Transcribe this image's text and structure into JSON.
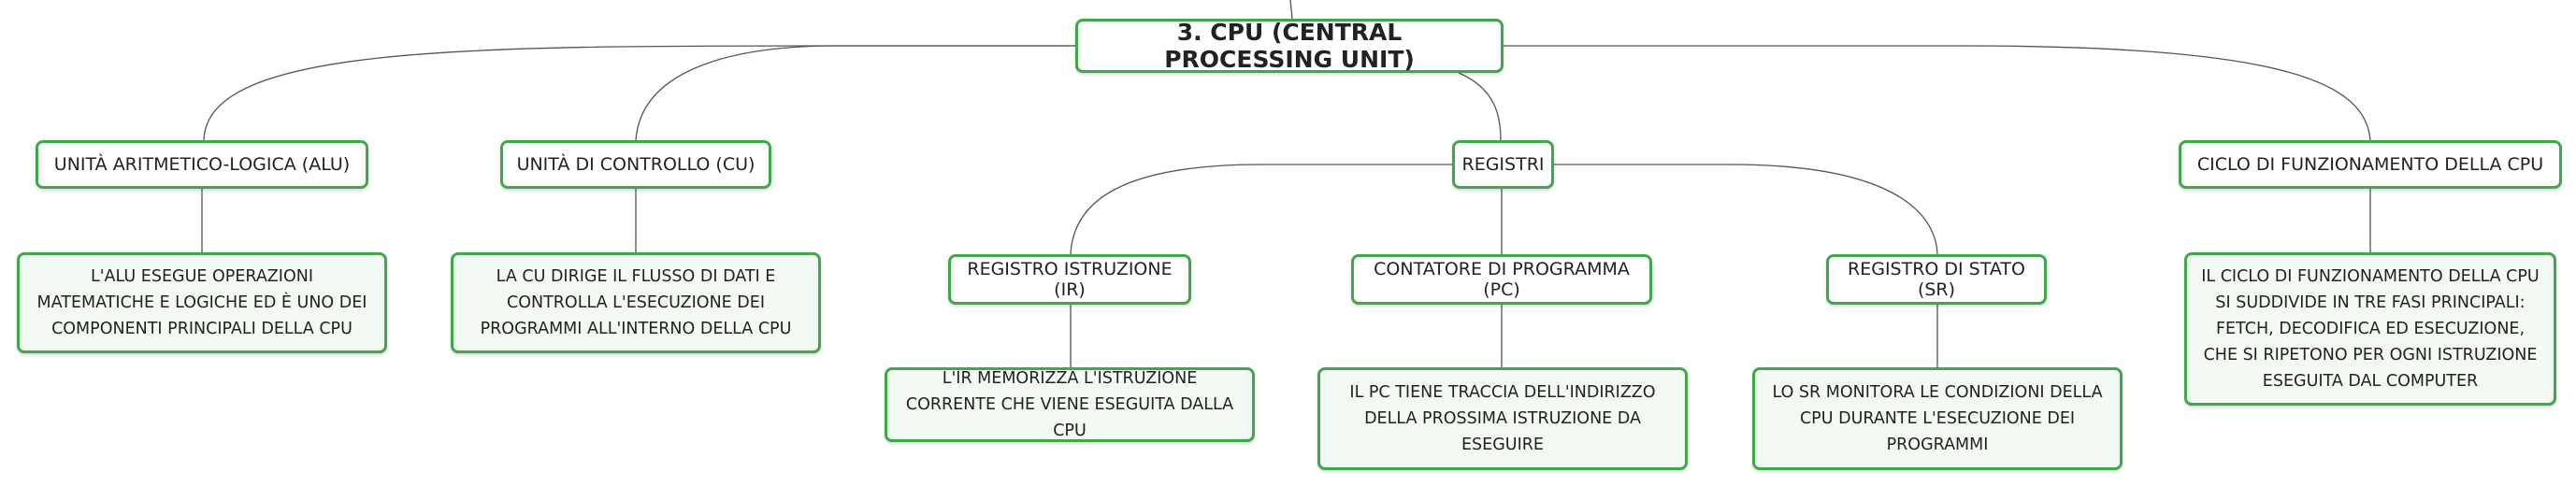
{
  "diagram": {
    "root": "3. CPU (CENTRAL PROCESSING UNIT)",
    "branches": {
      "alu": {
        "title": "UNITÀ ARITMETICO-LOGICA (ALU)",
        "description": "L'ALU ESEGUE OPERAZIONI MATEMATICHE E LOGICHE ED È UNO DEI COMPONENTI PRINCIPALI DELLA CPU"
      },
      "cu": {
        "title": "UNITÀ DI CONTROLLO (CU)",
        "description": "LA CU DIRIGE IL FLUSSO DI DATI E CONTROLLA L'ESECUZIONE DEI PROGRAMMI ALL'INTERNO DELLA CPU"
      },
      "registri": {
        "title": "REGISTRI",
        "children": {
          "ir": {
            "title": "REGISTRO ISTRUZIONE (IR)",
            "description": "L'IR MEMORIZZA L'ISTRUZIONE CORRENTE CHE VIENE ESEGUITA DALLA CPU"
          },
          "pc": {
            "title": "CONTATORE DI PROGRAMMA (PC)",
            "description": "IL PC TIENE TRACCIA DELL'INDIRIZZO DELLA PROSSIMA ISTRUZIONE DA ESEGUIRE"
          },
          "sr": {
            "title": "REGISTRO DI STATO (SR)",
            "description": "LO SR MONITORA LE CONDIZIONI DELLA CPU DURANTE L'ESECUZIONE DEI PROGRAMMI"
          }
        }
      },
      "ciclo": {
        "title": "CICLO DI FUNZIONAMENTO DELLA CPU",
        "description": "IL CICLO DI FUNZIONAMENTO DELLA CPU SI SUDDIVIDE IN TRE FASI PRINCIPALI: FETCH, DECODIFICA ED ESECUZIONE, CHE SI RIPETONO PER OGNI ISTRUZIONE ESEGUITA DAL COMPUTER"
      }
    }
  },
  "colors": {
    "node_border": "#3fa84a",
    "leaf_fill": "#f3faf3",
    "connector": "#555555"
  }
}
